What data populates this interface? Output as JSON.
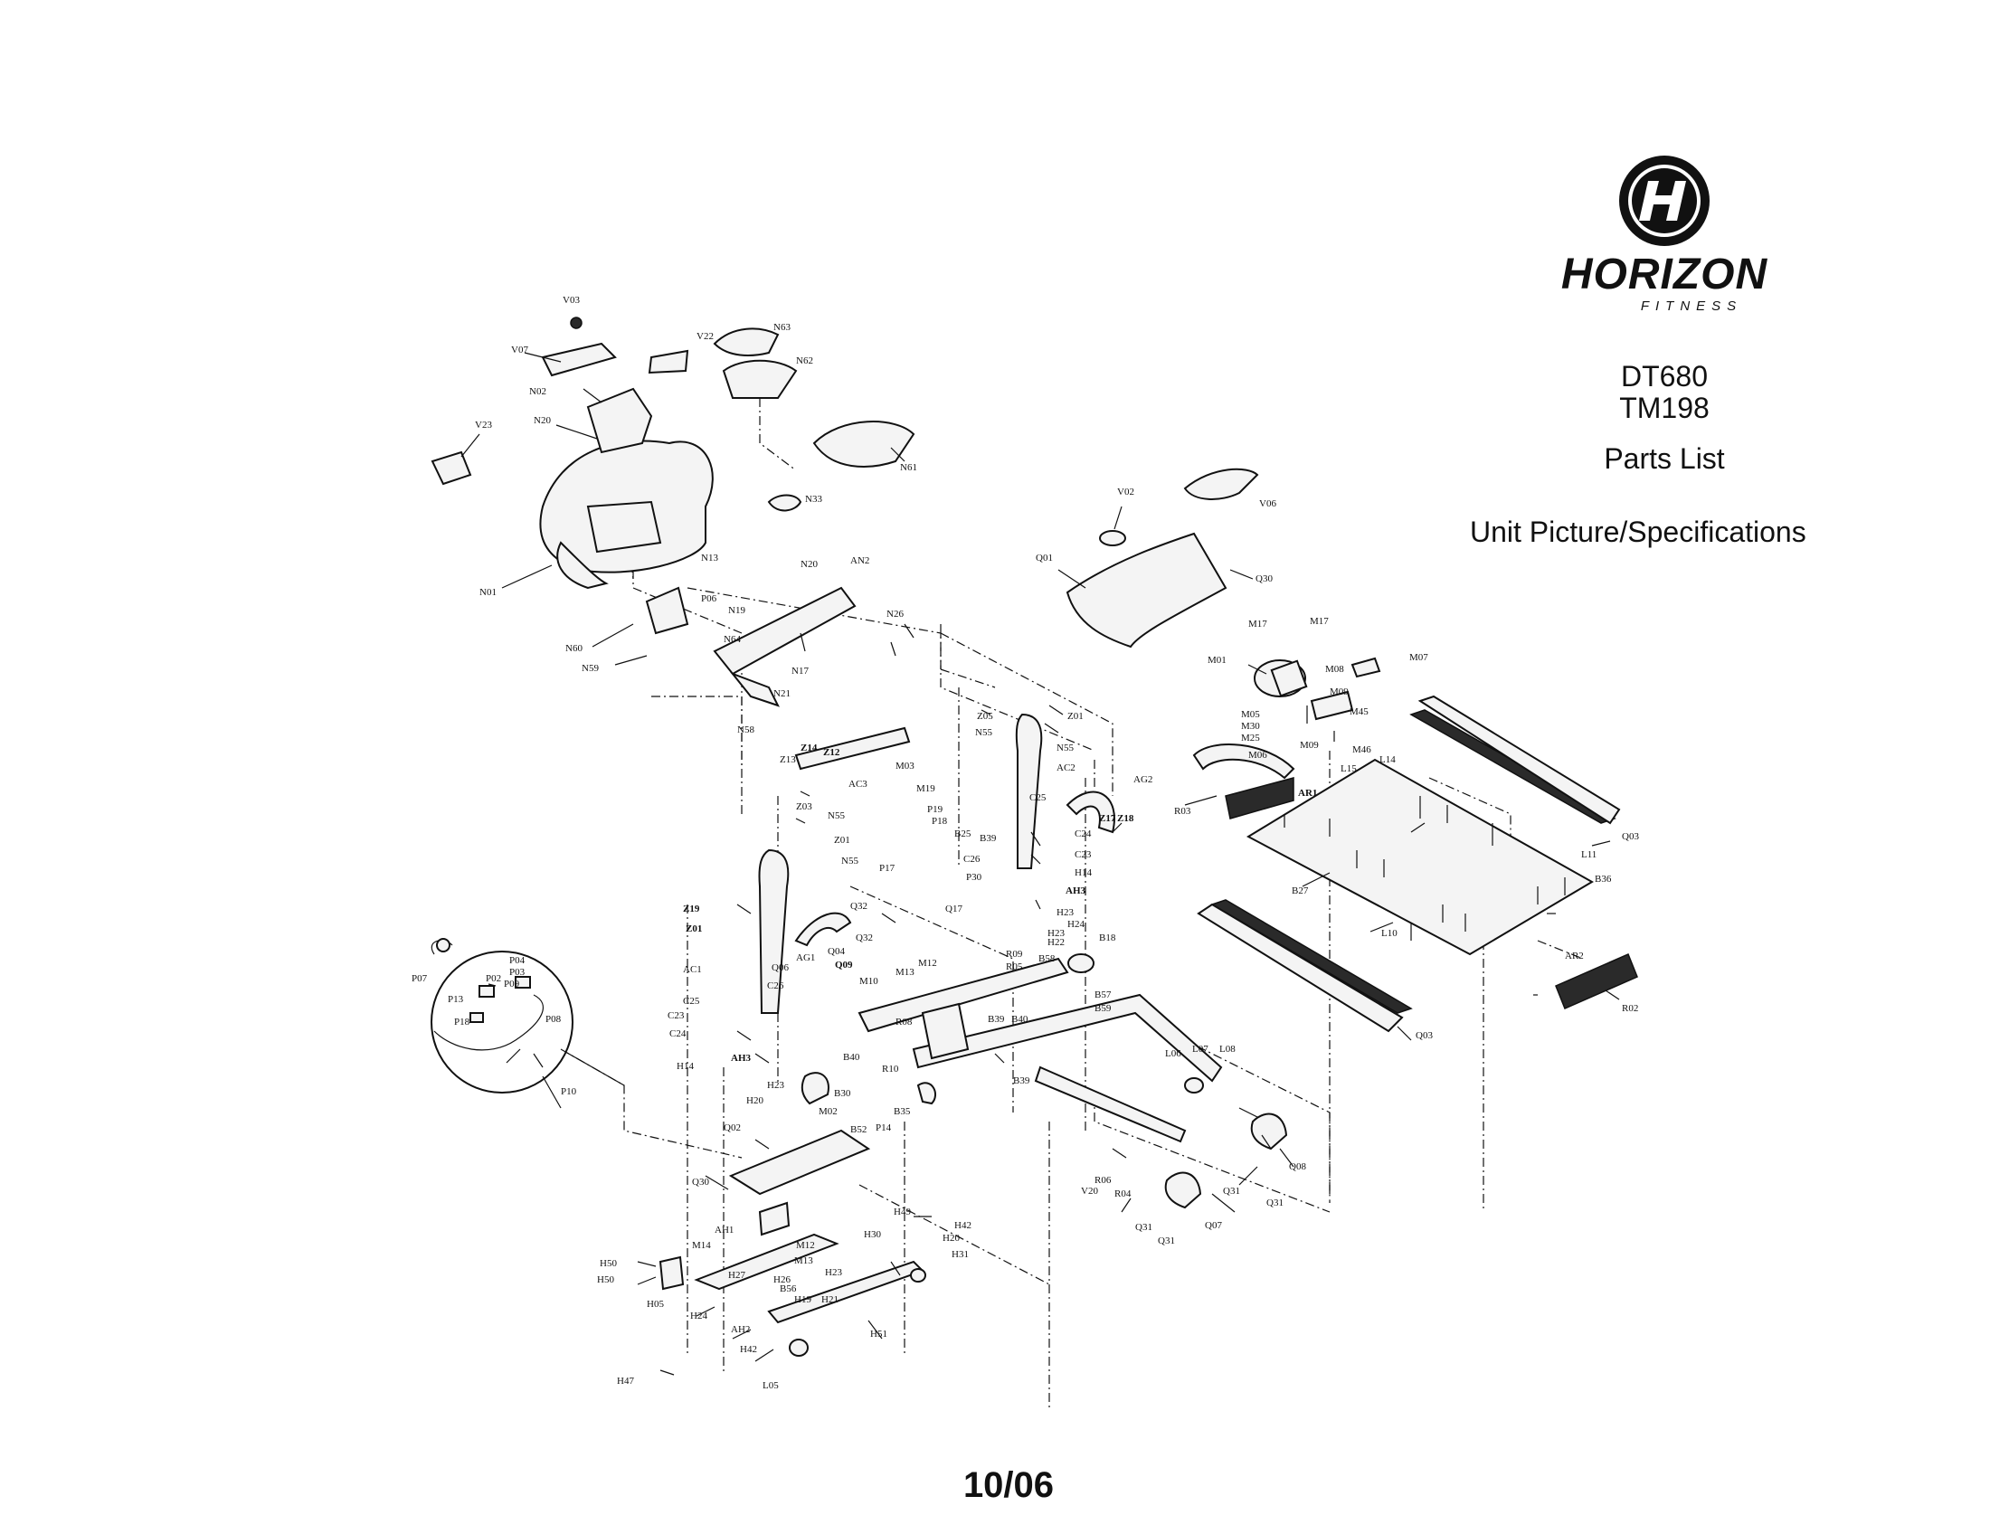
{
  "brand": {
    "name": "HORIZON",
    "subtitle": "FITNESS",
    "logo_icon": "horizon-h-logo-icon"
  },
  "document": {
    "models": [
      "DT680",
      "TM198"
    ],
    "title": "Parts List",
    "subtitle": "Unit Picture/Specifications",
    "date": "10/06"
  },
  "callouts": [
    "V03",
    "V07",
    "V22",
    "N63",
    "N62",
    "N02",
    "N20",
    "V23",
    "N61",
    "N33",
    "N01",
    "N13",
    "P06",
    "N60",
    "N64",
    "N59",
    "N20",
    "AN2",
    "N19",
    "N26",
    "N17",
    "N21",
    "N58",
    "V02",
    "V06",
    "Q01",
    "Q30",
    "M17",
    "M17",
    "M01",
    "M08",
    "M07",
    "M09",
    "M05",
    "M30",
    "M25",
    "M45",
    "M09",
    "M06",
    "M46",
    "L15",
    "L14",
    "AR1",
    "R03",
    "Z05",
    "Z01",
    "N55",
    "N55",
    "AC2",
    "Z14",
    "Z12",
    "Z13",
    "AC3",
    "M03",
    "M19",
    "P19",
    "P18",
    "B25",
    "B39",
    "Z03",
    "N55",
    "Z01",
    "N55",
    "AG2",
    "C25",
    "C24",
    "C23",
    "Z17",
    "Z18",
    "P17",
    "C26",
    "P30",
    "H14",
    "AH3",
    "Q03",
    "L11",
    "B36",
    "B27",
    "L10",
    "Z19",
    "Z01",
    "Q32",
    "Q17",
    "H23",
    "H24",
    "H22",
    "H23",
    "AR2",
    "R02",
    "AC1",
    "AG1",
    "Q04",
    "Q32",
    "R09",
    "R05",
    "B58",
    "B18",
    "Q06",
    "Q09",
    "M13",
    "M12",
    "M10",
    "B57",
    "B59",
    "Q03",
    "P04",
    "P03",
    "P09",
    "P02",
    "P07",
    "P13",
    "P08",
    "P18",
    "P10",
    "C25",
    "C26",
    "C23",
    "C24",
    "H14",
    "AH3",
    "H23",
    "H20",
    "B40",
    "B30",
    "M02",
    "B52",
    "P14",
    "B35",
    "R10",
    "R08",
    "B39",
    "B40",
    "B39",
    "L06",
    "L07",
    "L08",
    "Q02",
    "Q30",
    "R06",
    "R04",
    "V20",
    "Q31",
    "Q31",
    "Q08",
    "Q31",
    "Q07",
    "Q31",
    "AH1",
    "M14",
    "M12",
    "M13",
    "H49",
    "H42",
    "H30",
    "H20",
    "H31",
    "H50",
    "H50",
    "H05",
    "H27",
    "H23",
    "H26",
    "B56",
    "H19",
    "H21",
    "H24",
    "AH2",
    "H42",
    "H51",
    "H47",
    "L05"
  ]
}
